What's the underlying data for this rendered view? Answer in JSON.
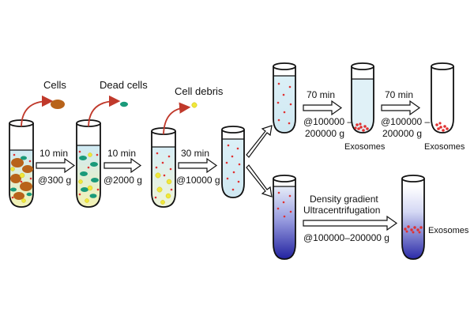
{
  "labels": {
    "cells": "Cells",
    "dead_cells": "Dead cells",
    "cell_debris": "Cell debris",
    "exosomes": "Exosomes",
    "density_gradient": "Density gradient",
    "ultracentrifugation": "Ultracentrifugation"
  },
  "steps": [
    {
      "time": "10 min",
      "force": "@300 g"
    },
    {
      "time": "10 min",
      "force": "@2000 g"
    },
    {
      "time": "30 min",
      "force": "@10000 g"
    },
    {
      "time": "70 min",
      "force_line1": "@100000 –",
      "force_line2": "200000 g"
    },
    {
      "time": "70 min",
      "force_line1": "@100000 –",
      "force_line2": "200000 g"
    },
    {
      "force": "@100000–200000 g"
    }
  ],
  "colors": {
    "cells": "#b8631a",
    "dead_cells": "#1a9a7a",
    "cell_debris": "#f0e83a",
    "vesicles": "#e03030",
    "arrow_red": "#c0392b",
    "liquid_light": "#d8eef6",
    "liquid_yellow": "#f4f2b8",
    "gradient_dark": "#2a2aa8"
  }
}
